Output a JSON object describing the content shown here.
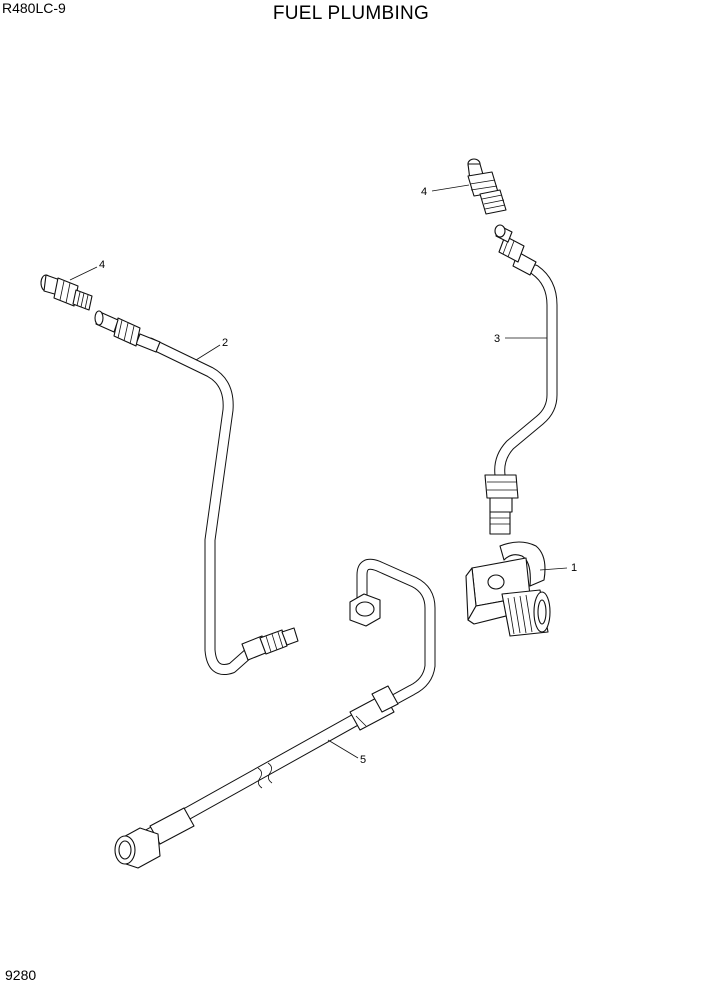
{
  "header": {
    "model": "R480LC-9",
    "title": "FUEL PLUMBING"
  },
  "footer": {
    "page_number": "9280"
  },
  "callouts": [
    "1",
    "2",
    "3",
    "4",
    "4",
    "5"
  ]
}
